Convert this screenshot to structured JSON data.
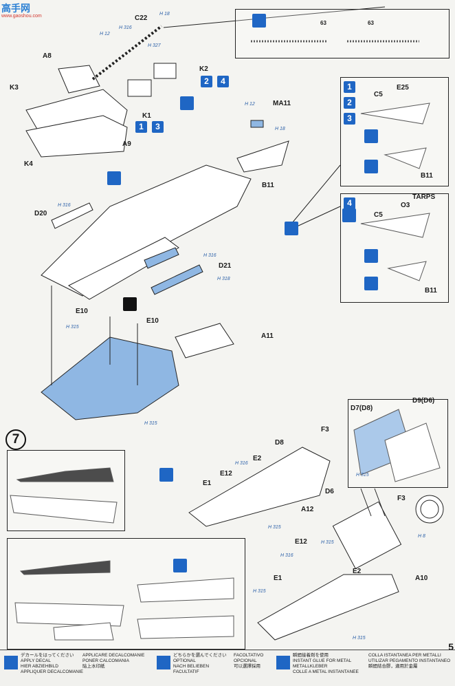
{
  "watermark": {
    "name": "高手网",
    "url": "www.gaoshou.com"
  },
  "page_number": "5",
  "step_number": "7",
  "colors": {
    "accent": "#1f66c4",
    "light_blue": "#8fb7e3",
    "ink": "#1a1a1a"
  },
  "part_labels": {
    "c22": "C22",
    "a8": "A8",
    "k3": "K3",
    "k4": "K4",
    "k2": "K2",
    "k1": "K1",
    "a9": "A9",
    "ma11": "MA11",
    "d20": "D20",
    "b11": "B11",
    "d21": "D21",
    "e10a": "E10",
    "e10b": "E10",
    "a11": "A11",
    "c5a": "C5",
    "e25": "E25",
    "b11a": "B11",
    "tarps": "TARPS",
    "c5b": "C5",
    "o3": "O3",
    "b11b": "B11",
    "d7": "D7(D8)",
    "d9": "D9(D6)",
    "f3a": "F3",
    "d8": "D8",
    "e2a": "E2",
    "e12a": "E12",
    "e1a": "E1",
    "d6": "D6",
    "a12": "A12",
    "f3b": "F3",
    "e12b": "E12",
    "e2b": "E2",
    "e1b": "E1",
    "a10": "A10",
    "decal63a": "63",
    "decal63b": "63"
  },
  "h_marks": {
    "h18a": "H 18",
    "h12a": "H 12",
    "h316a": "H 316",
    "h327": "H 327",
    "h12b": "H 12",
    "h18b": "H 18",
    "h316b": "H 316",
    "h316c": "H 316",
    "h318": "H 318",
    "h315a": "H 315",
    "h315b": "H 315",
    "h316d": "H 316",
    "h315c": "H 315",
    "h8": "H 8",
    "h315d": "H 315",
    "h316e": "H 316",
    "h315e": "H 315",
    "h315f": "H 315",
    "h315g": "H 315"
  },
  "badges": {
    "b1": "1",
    "b2": "2",
    "b3": "3",
    "b4": "4",
    "k2_2": "2",
    "k2_4": "4",
    "k1_1": "1",
    "k1_3": "3"
  },
  "legend": [
    {
      "icon": "apply-decal-icon",
      "lines": [
        "デカールをはってください",
        "APPLY DECAL",
        "HIER ABZIEHBILD",
        "APPLIQUER DECALCOMANIE"
      ]
    },
    {
      "icon": "none",
      "lines": [
        "APPLICARE DECALCOMANIE",
        "PONER CALCOMANIA",
        "貼上水印紙"
      ]
    },
    {
      "icon": "optional-icon",
      "lines": [
        "どちらかを選んでください",
        "OPTIONAL",
        "NACH BELIEBEN",
        "FACULTATIF"
      ]
    },
    {
      "icon": "none",
      "lines": [
        "FACOLTATIVO",
        "OPCIONAL",
        "可以選擇採用"
      ]
    },
    {
      "icon": "metal-glue-icon",
      "lines": [
        "瞬間接着剤を使用",
        "INSTANT GLUE FOR METAL",
        "METALLKLEBER",
        "COLLE A METAL INSTANTANEE"
      ]
    },
    {
      "icon": "none",
      "lines": [
        "COLLA ISTANTANEA PER METALLI",
        "UTILIZAR PEGAMENTO INSTANTANEO",
        "瞬間結合膠，適用於金屬"
      ]
    }
  ]
}
